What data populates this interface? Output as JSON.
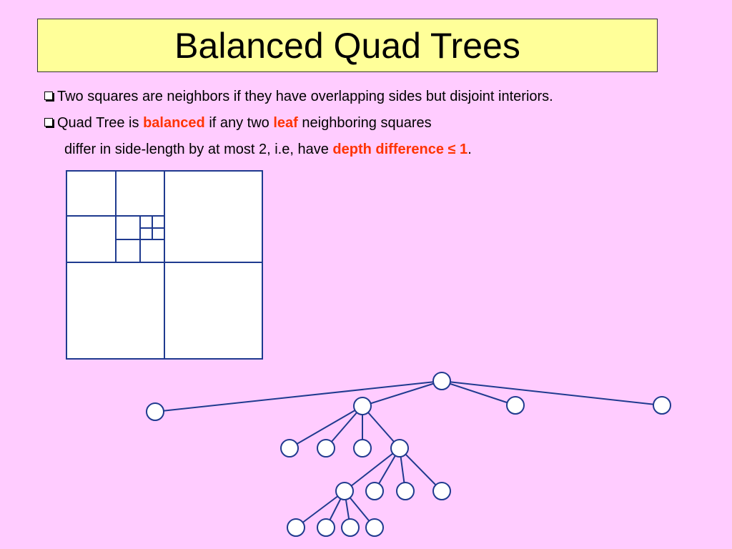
{
  "title": "Balanced Quad Trees",
  "bullets": {
    "b1": "Two squares are neighbors if they have overlapping sides but disjoint interiors.",
    "b2_pre": "Quad Tree is ",
    "b2_balanced": "balanced",
    "b2_mid": " if any two ",
    "b2_leaf": "leaf",
    "b2_post": " neighboring squares",
    "b3_pre": "differ in side-length by at most 2, i.e, have ",
    "b3_depth": "depth difference ≤ 1",
    "b3_post": "."
  },
  "colors": {
    "background": "#ffccff",
    "title_box": "#ffff99",
    "highlight": "#ff3300",
    "diagram_line": "#1f3a8f"
  }
}
